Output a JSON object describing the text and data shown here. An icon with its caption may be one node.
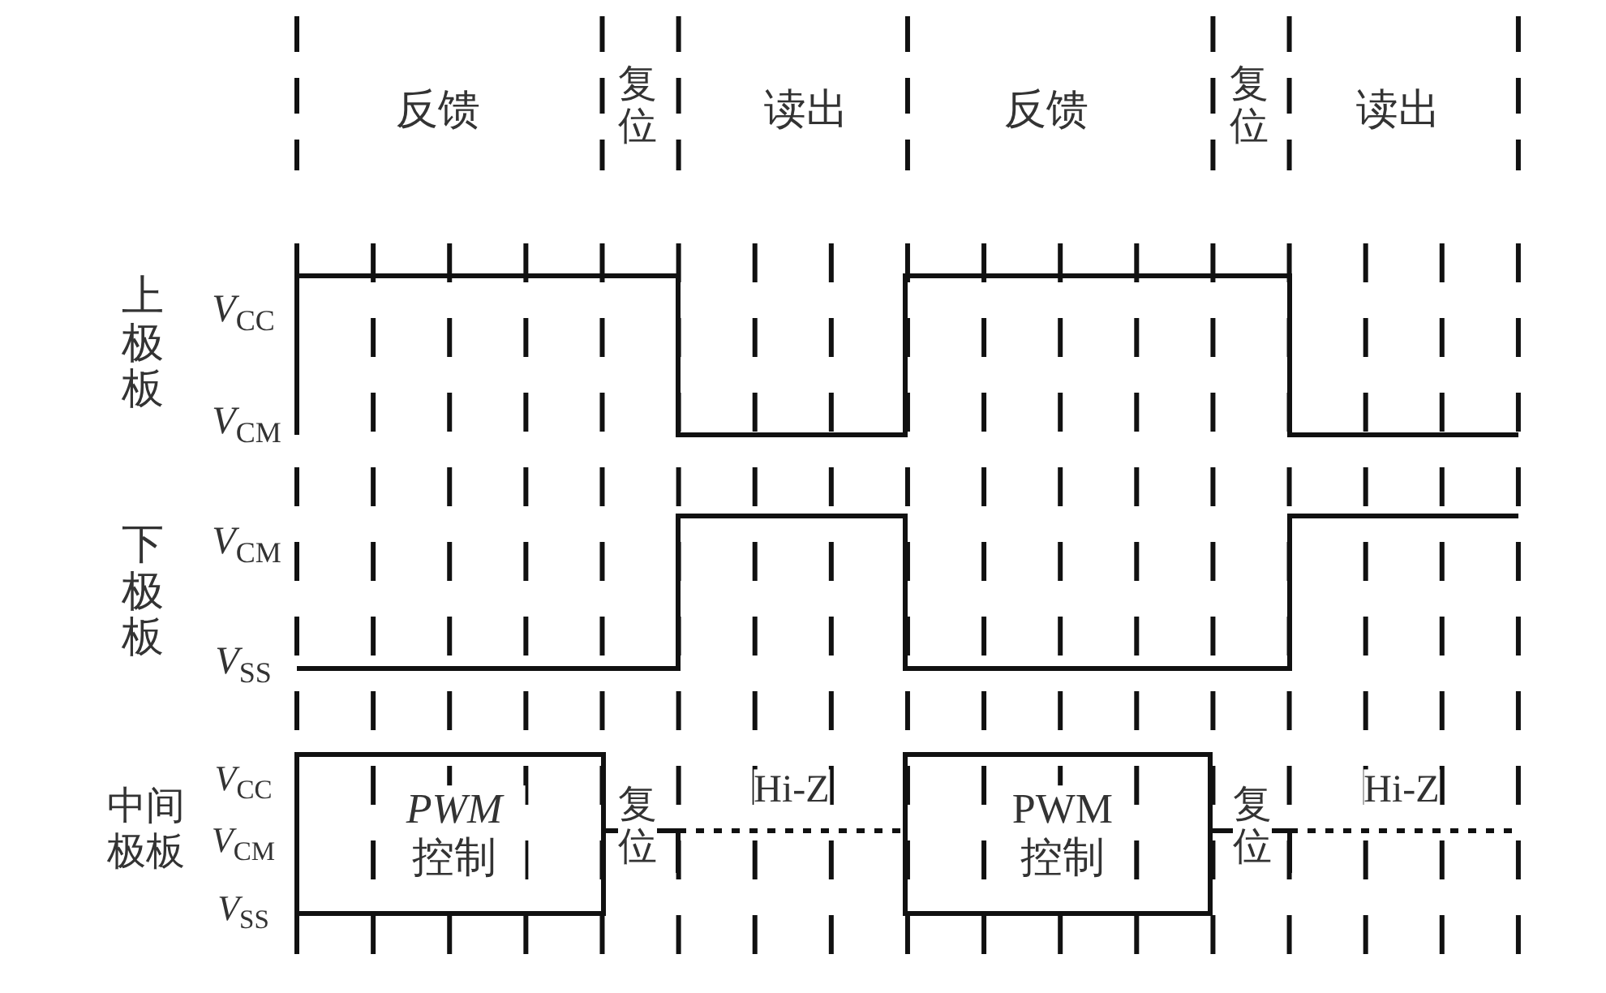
{
  "diagram": {
    "labels": [
      "反馈",
      "复位",
      "读出",
      "反馈",
      "复位",
      "读出",
      "上极板",
      "*V*$_{CC}$",
      "*V*$_{CM}$",
      "下极板",
      "*V*$_{CM}$",
      "*V*$_{SS}$",
      "中间极板",
      "*V*$_{CC}$",
      "*V*$_{CM}$",
      "*V*$_{SS}$",
      "*PWM* 控制",
      "复位",
      "Hi-Z",
      "PWM 控制",
      "复位",
      "Hi-Z"
    ]
  }
}
